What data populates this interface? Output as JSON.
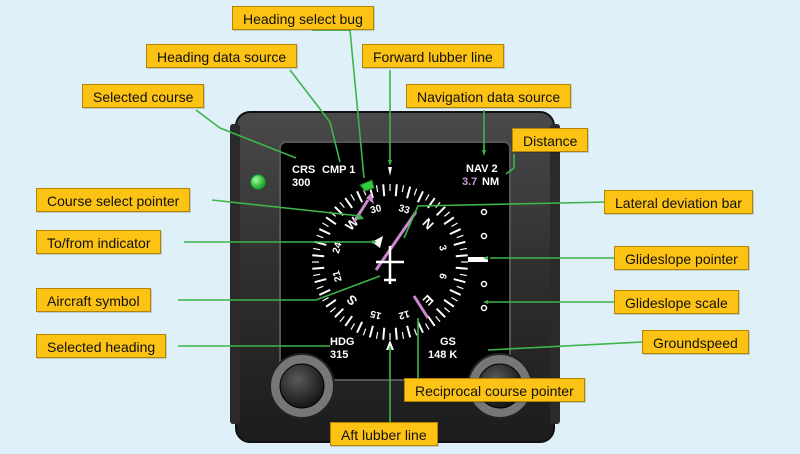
{
  "labels": {
    "heading_select_bug": "Heading select bug",
    "heading_data_source": "Heading data source",
    "forward_lubber_line": "Forward lubber line",
    "selected_course": "Selected course",
    "navigation_data_source": "Navigation data source",
    "distance": "Distance",
    "course_select_pointer": "Course select pointer",
    "lateral_deviation_bar": "Lateral deviation bar",
    "to_from_indicator": "To/from indicator",
    "glideslope_pointer": "Glideslope pointer",
    "aircraft_symbol": "Aircraft symbol",
    "glideslope_scale": "Glideslope scale",
    "selected_heading": "Selected heading",
    "groundspeed": "Groundspeed",
    "reciprocal_course_pointer": "Reciprocal course pointer",
    "aft_lubber_line": "Aft lubber line"
  },
  "display": {
    "crs_label": "CRS",
    "crs_value": "300",
    "heading_source": "CMP 1",
    "nav_source": "NAV 2",
    "distance_value": "3.7",
    "distance_unit": "NM",
    "hdg_label": "HDG",
    "hdg_value": "315",
    "gs_label": "GS",
    "gs_value": "148 K"
  },
  "compass": {
    "heading_deg": 315,
    "labels": [
      "N",
      "3",
      "6",
      "E",
      "12",
      "15",
      "S",
      "21",
      "24",
      "W",
      "30",
      "33"
    ]
  },
  "colors": {
    "callout_fill": "#fcc314",
    "leader_line": "#3cb54a",
    "course_pointer": "#cc88cc",
    "distance_value": "#cc99dd",
    "annunciator": "#33cc33"
  }
}
